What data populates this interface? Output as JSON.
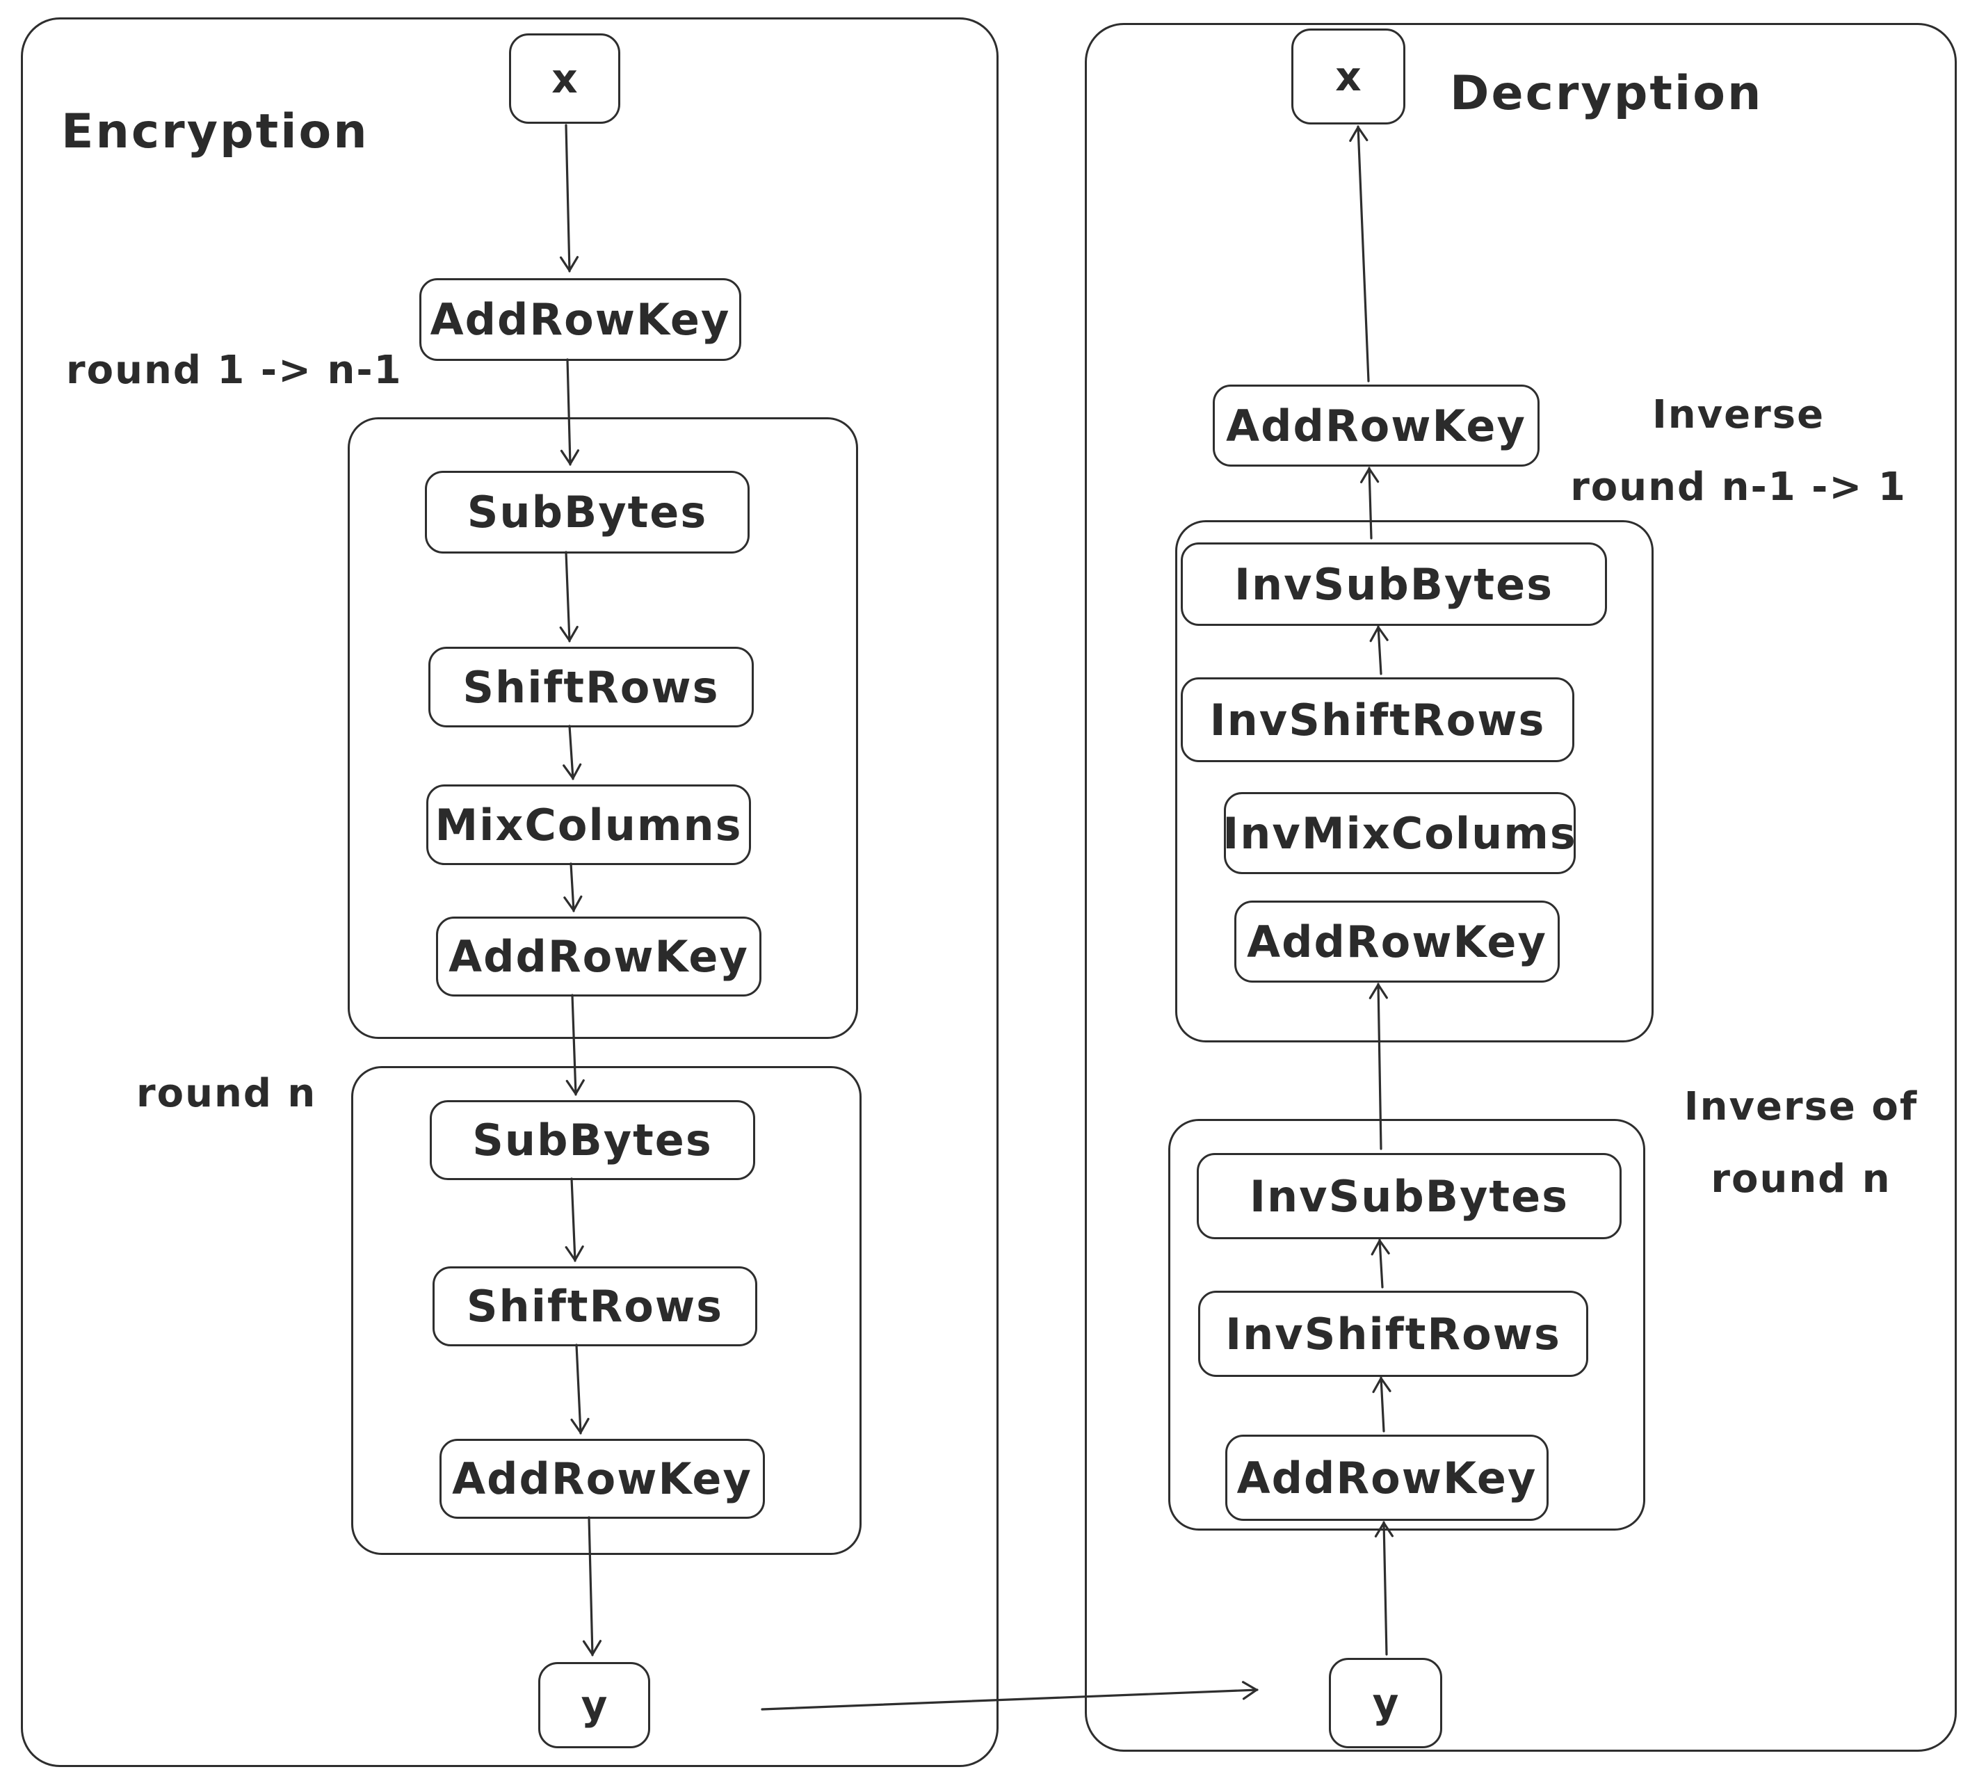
{
  "encryption": {
    "title": "Encryption",
    "input_label": "x",
    "output_label": "y",
    "initial_step": "AddRowKey",
    "round1_label": "round 1 -> n-1",
    "round1_steps": [
      "SubBytes",
      "ShiftRows",
      "MixColumns",
      "AddRowKey"
    ],
    "roundn_label": "round n",
    "roundn_steps": [
      "SubBytes",
      "ShiftRows",
      "AddRowKey"
    ]
  },
  "decryption": {
    "title": "Decryption",
    "output_label": "x",
    "input_label": "y",
    "final_step": "AddRowKey",
    "inverse_rounds_label": [
      "Inverse",
      "round n-1 -> 1"
    ],
    "inverse_round_steps": [
      "InvSubBytes",
      "InvShiftRows",
      "InvMixColums",
      "AddRowKey"
    ],
    "inverse_roundn_label": [
      "Inverse of",
      "round n"
    ],
    "inverse_roundn_steps": [
      "InvSubBytes",
      "InvShiftRows",
      "AddRowKey"
    ]
  },
  "stroke_color": "#2e2e2e"
}
